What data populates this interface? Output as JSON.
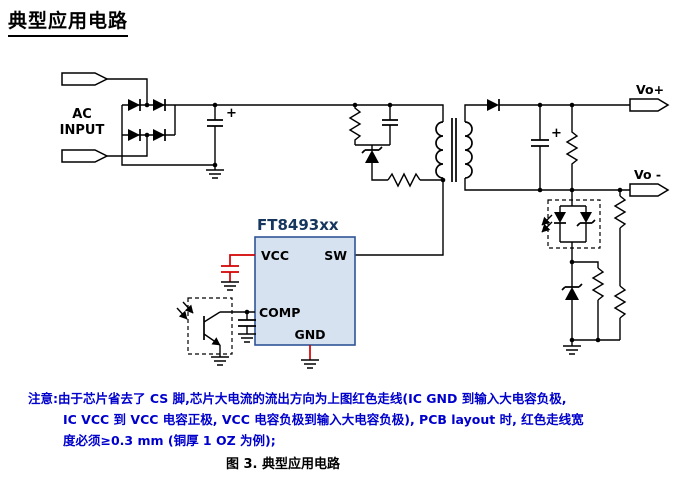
{
  "page": {
    "title": "典型应用电路",
    "caption": "图 3. 典型应用电路"
  },
  "circuit": {
    "ac_input": {
      "line1": "AC",
      "line2": "INPUT"
    },
    "ic": {
      "name": "FT8493xx",
      "pins": {
        "vcc": "VCC",
        "sw": "SW",
        "comp": "COMP",
        "gnd": "GND"
      }
    },
    "outputs": {
      "vo_plus": "Vo+",
      "vo_minus": "Vo -"
    },
    "polarity_plus": "+"
  },
  "note": {
    "lines": [
      "注意:由于芯片省去了 CS 脚,芯片大电流的流出方向为上图红色走线(IC GND 到输入大电容负极,",
      "IC VCC 到 VCC 电容正极, VCC 电容负极到输入大电容负极), PCB layout 时, 红色走线宽",
      "度必须≥0.3 mm (铜厚 1 OZ 为例);"
    ]
  },
  "colors": {
    "trace_red": "#d40000",
    "note_blue": "#0000cc",
    "ic_fill": "#d6e2f0",
    "ic_border": "#2f5496",
    "ic_label": "#17365d",
    "wire": "#000000"
  }
}
